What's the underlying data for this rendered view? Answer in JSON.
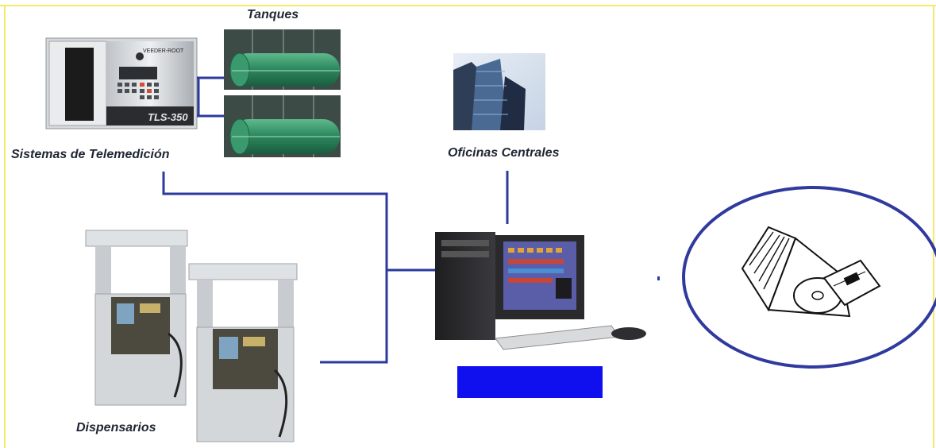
{
  "labels": {
    "tanks": "Tanques",
    "telemetry": "Sistemas de Telemedición",
    "offices": "Oficinas Centrales",
    "dispensers": "Dispensarios"
  },
  "console": {
    "brand": "VEEDER-ROOT",
    "model": "TLS-350"
  },
  "colors": {
    "connector": "#2b3a9c",
    "ellipse": "#303a9e",
    "highlight": "#1010ee",
    "tank": "#2e8a60",
    "frame": "#f5e96a"
  }
}
